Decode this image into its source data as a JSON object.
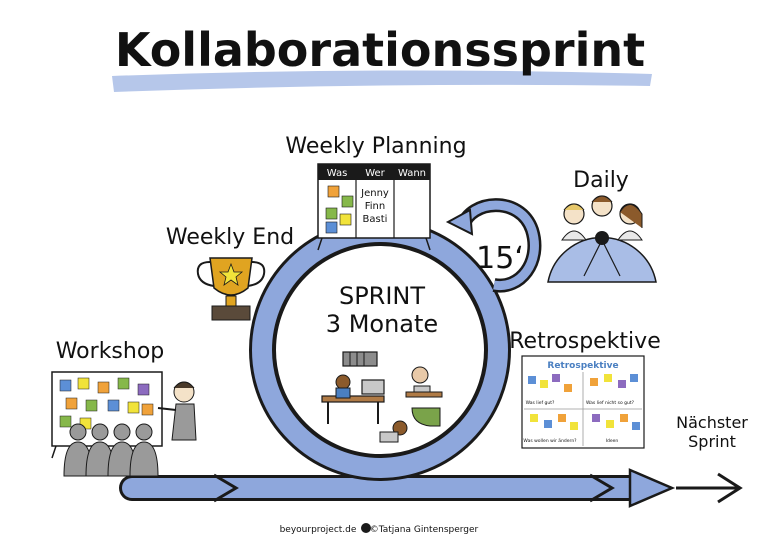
{
  "title": "Kollaborationssprint",
  "center": {
    "line1": "SPRINT",
    "line2": "3 Monate"
  },
  "labels": {
    "weekly_planning": "Weekly Planning",
    "daily": "Daily",
    "weekly_end": "Weekly End",
    "workshop": "Workshop",
    "retrospektive": "Retrospektive",
    "next_sprint_1": "Nächster",
    "next_sprint_2": "Sprint",
    "daily_loop": "15‘"
  },
  "planning_board": {
    "headers": [
      "Was",
      "Wer",
      "Wann"
    ],
    "names": [
      "Jenny",
      "Finn",
      "Basti"
    ]
  },
  "retro_board": {
    "title": "Retrospektive",
    "prompts": [
      "Was lief gut?",
      "Was lief nicht so gut?",
      "Was wollen wir ändern?",
      "Ideen"
    ]
  },
  "footer": {
    "site": "beyourproject.de",
    "credit": "©Tatjana Gintensperger"
  },
  "colors": {
    "accent_blue": "#8ea7dc",
    "outline": "#1a1a1a",
    "gold": "#e0a421",
    "note_yellow": "#f1e33a",
    "note_orange": "#f0a23a",
    "note_green": "#86b84a",
    "note_blue": "#5c8fd6",
    "note_purple": "#8c6bbf",
    "grey_people": "#9a9a9a"
  }
}
